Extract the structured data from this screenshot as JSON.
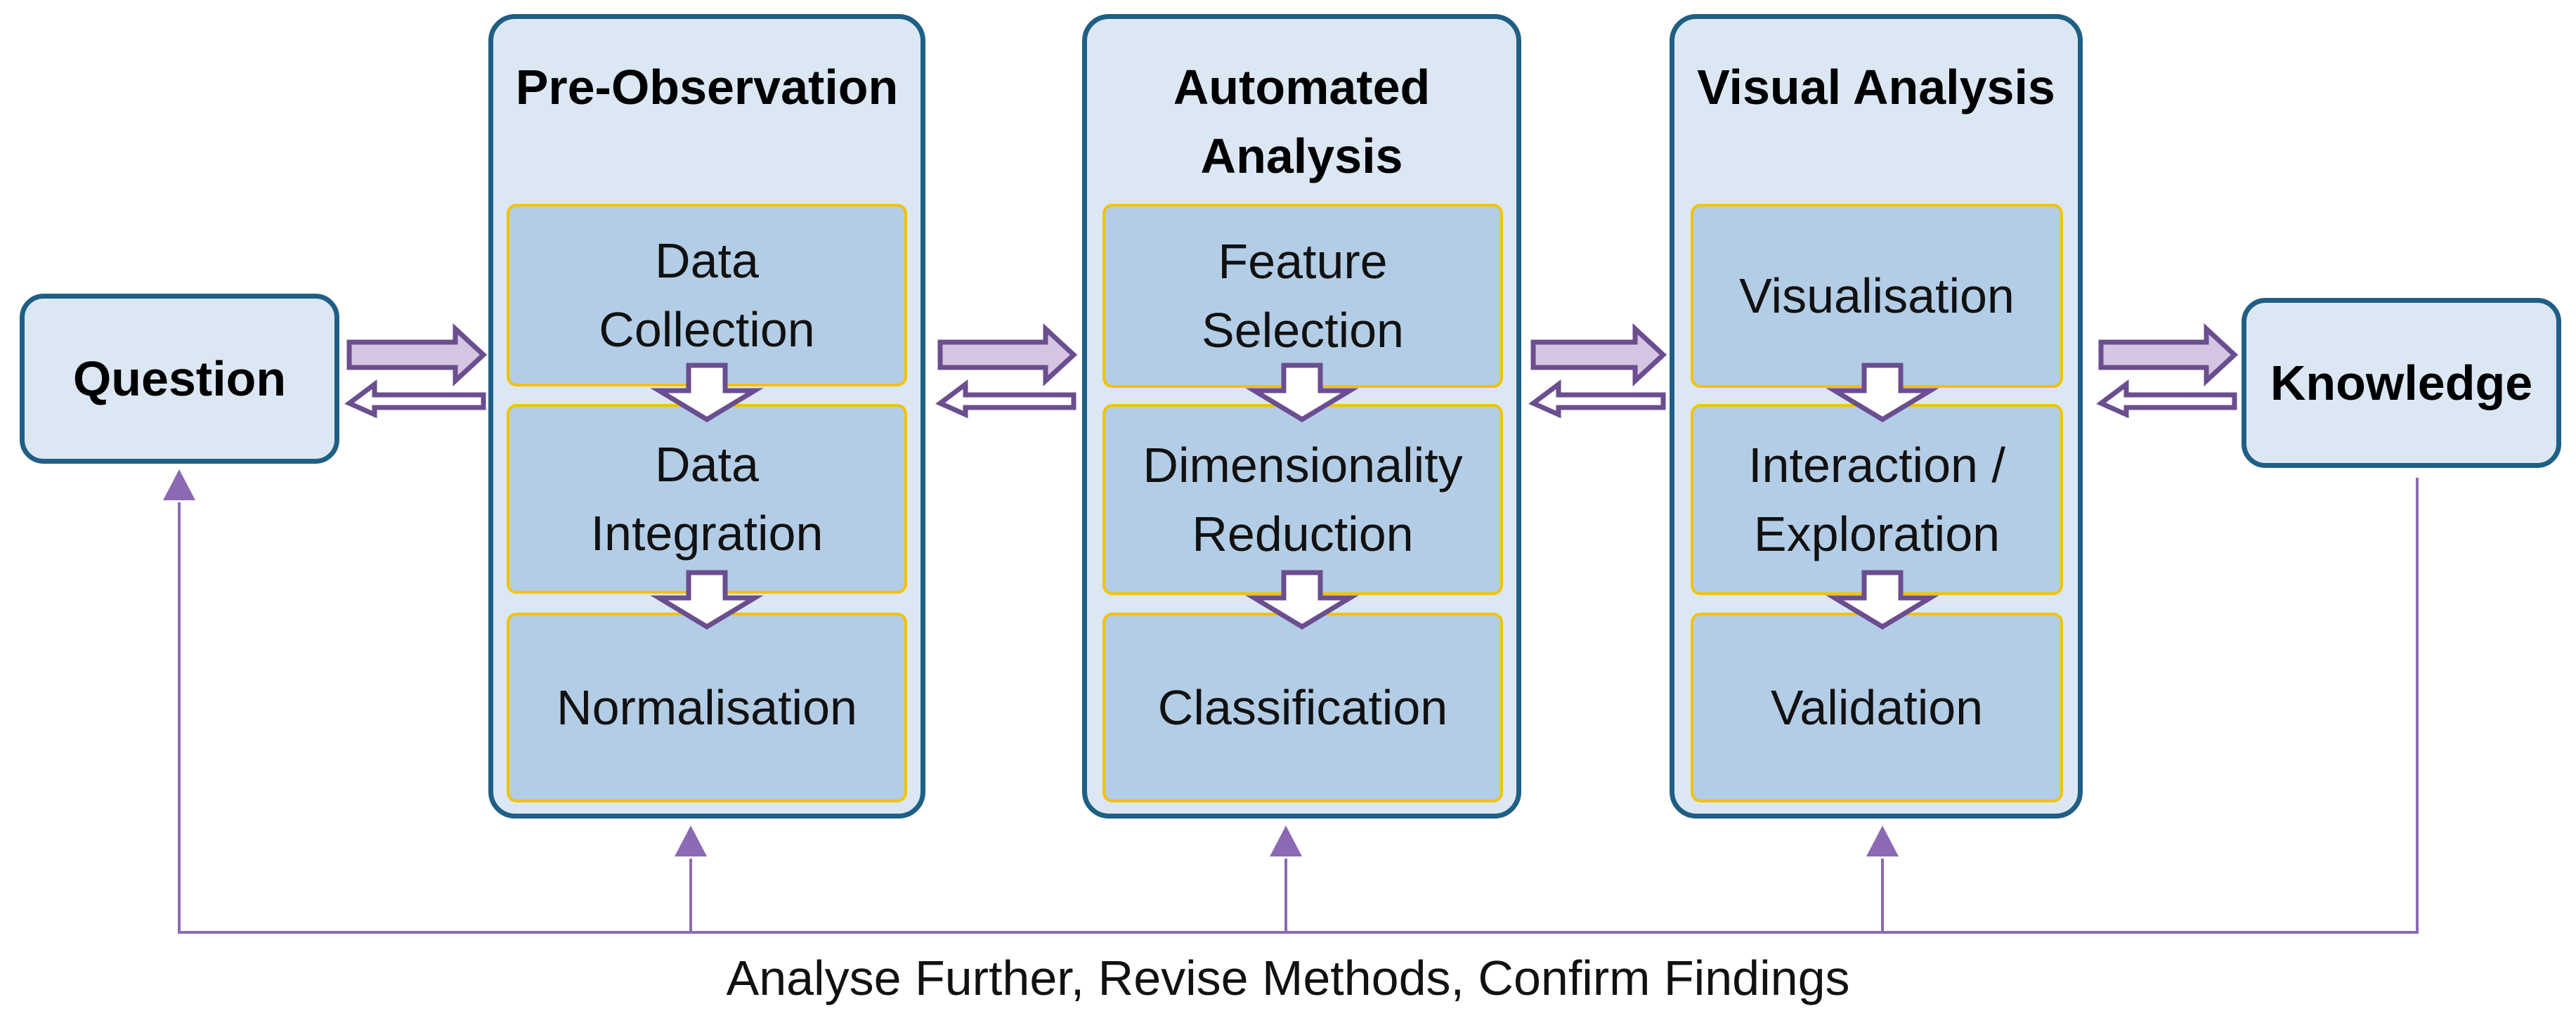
{
  "start": {
    "label": "Question"
  },
  "end": {
    "label": "Knowledge"
  },
  "stages": [
    {
      "title": "Pre-Observation",
      "steps": [
        "Data\nCollection",
        "Data\nIntegration",
        "Normalisation"
      ]
    },
    {
      "title": "Automated\nAnalysis",
      "steps": [
        "Feature\nSelection",
        "Dimensionality\nReduction",
        "Classification"
      ]
    },
    {
      "title": "Visual Analysis",
      "steps": [
        "Visualisation",
        "Interaction /\nExploration",
        "Validation"
      ]
    }
  ],
  "feedback_label": "Analyse Further, Revise Methods, Confirm Findings",
  "colors": {
    "box_fill": "#dbe8f4",
    "box_border": "#1f5f85",
    "step_fill": "#b3cde6",
    "step_border": "#f2c200",
    "arrow_fill": "#d6c5e2",
    "arrow_stroke": "#6a4e8f",
    "feedback_line": "#8c69b4"
  }
}
